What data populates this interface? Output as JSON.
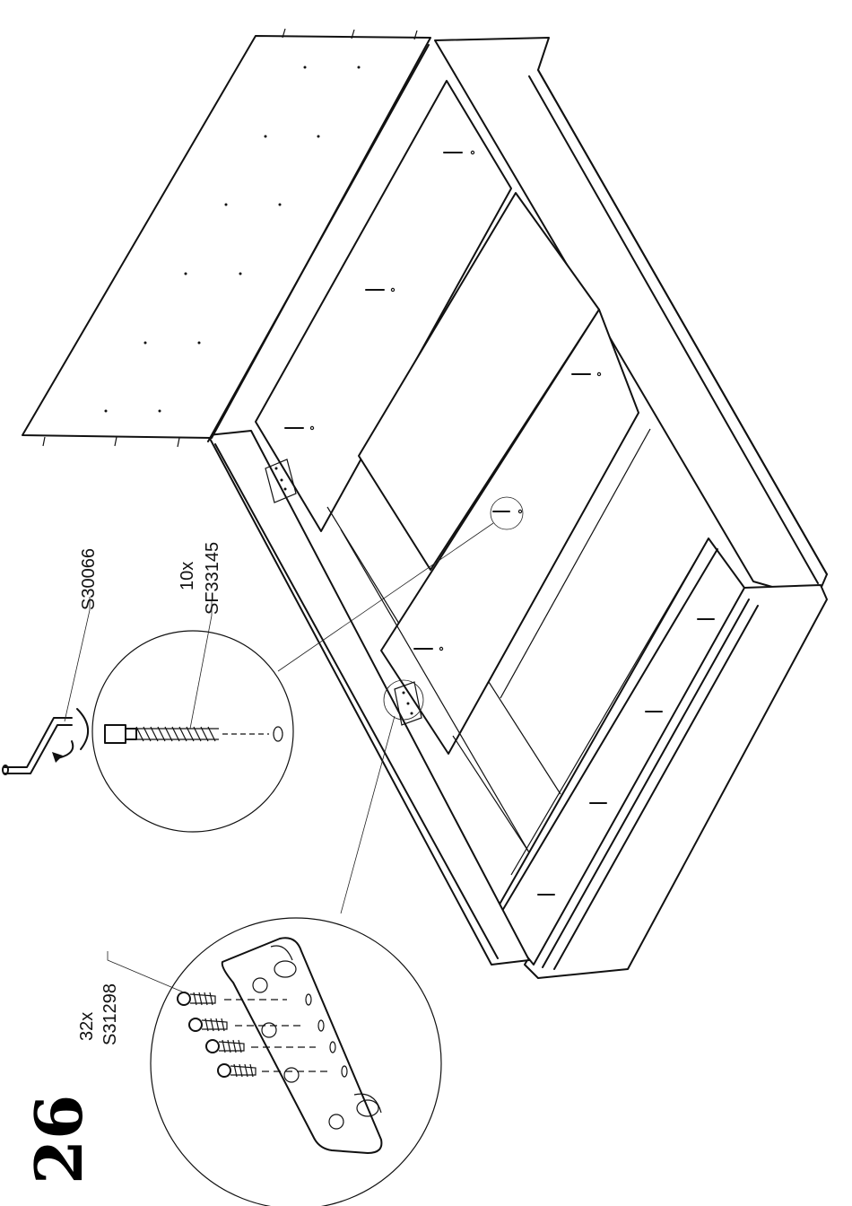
{
  "step": {
    "number": "26"
  },
  "parts": {
    "bolt": {
      "quantity": "10x",
      "code": "SF33145"
    },
    "hex_key": {
      "code": "S30066"
    },
    "screw": {
      "quantity": "32x",
      "code": "S31298"
    }
  },
  "colors": {
    "ink": "#111111",
    "paper": "#ffffff"
  }
}
